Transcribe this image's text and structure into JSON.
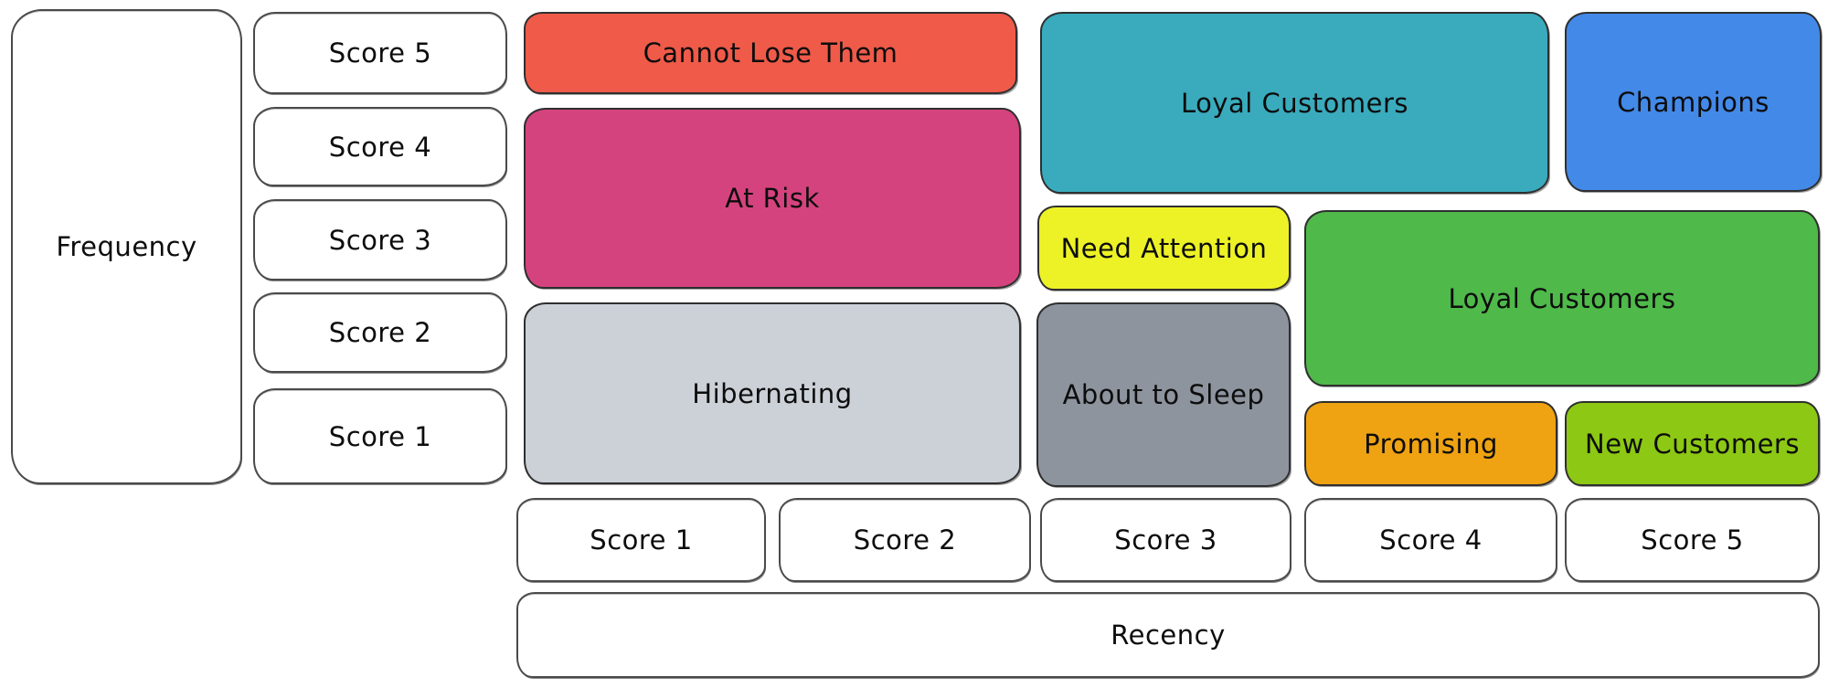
{
  "diagram": {
    "frequency_axis": {
      "label": "Frequency",
      "scores": [
        "Score 5",
        "Score 4",
        "Score 3",
        "Score 2",
        "Score 1"
      ]
    },
    "recency_axis": {
      "label": "Recency",
      "scores": [
        "Score 1",
        "Score 2",
        "Score 3",
        "Score 4",
        "Score 5"
      ]
    },
    "segments": {
      "cannot_lose_them": {
        "label": "Cannot Lose Them",
        "color": "#ef5a49"
      },
      "at_risk": {
        "label": "At Risk",
        "color": "#d5437e"
      },
      "hibernating": {
        "label": "Hibernating",
        "color": "#ccd1d8"
      },
      "loyal_customers_upper": {
        "label": "Loyal Customers",
        "color": "#3aabbd"
      },
      "champions": {
        "label": "Champions",
        "color": "#4389e8"
      },
      "need_attention": {
        "label": "Need Attention",
        "color": "#edf226"
      },
      "loyal_customers_lower": {
        "label": "Loyal Customers",
        "color": "#4fb94a"
      },
      "about_to_sleep": {
        "label": "About to Sleep",
        "color": "#8d949e"
      },
      "promising": {
        "label": "Promising",
        "color": "#efa312"
      },
      "new_customers": {
        "label": "New Customers",
        "color": "#8cc814"
      }
    },
    "colors": {
      "outline": "#2f2f2f",
      "text": "#111111",
      "background": "#ffffff"
    }
  }
}
